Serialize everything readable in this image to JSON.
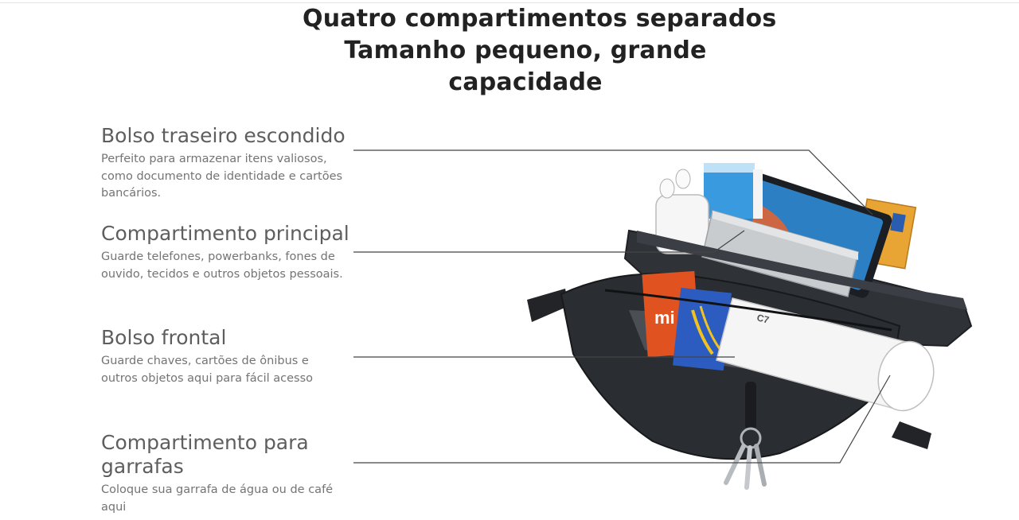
{
  "title": {
    "lines": [
      "Quatro compartimentos separados",
      "Tamanho pequeno, grande",
      "capacidade"
    ]
  },
  "features": [
    {
      "heading_lines": [
        "Bolso traseiro escondido"
      ],
      "desc_lines": [
        "Perfeito para armazenar itens valiosos,",
        "como documento de identidade e cartões",
        "bancários."
      ]
    },
    {
      "heading_lines": [
        "Compartimento principal"
      ],
      "desc_lines": [
        "Guarde telefones, powerbanks, fones de",
        "ouvido, tecidos e outros objetos pessoais."
      ]
    },
    {
      "heading_lines": [
        "Bolso frontal"
      ],
      "desc_lines": [
        "Guarde chaves, cartões de ônibus e",
        "outros objetos aqui para fácil acesso"
      ]
    },
    {
      "heading_lines": [
        "Compartimento para",
        "garrafas"
      ],
      "desc_lines": [
        "Coloque sua garrafa de água ou de café",
        "aqui"
      ]
    }
  ],
  "product_labels": {
    "card_brand": "mi",
    "bottle_text": "C7"
  },
  "colors": {
    "title": "#222222",
    "heading": "#5e5e5e",
    "description": "#747474",
    "leader_line": "#444444",
    "bag": "#2a2d31"
  }
}
